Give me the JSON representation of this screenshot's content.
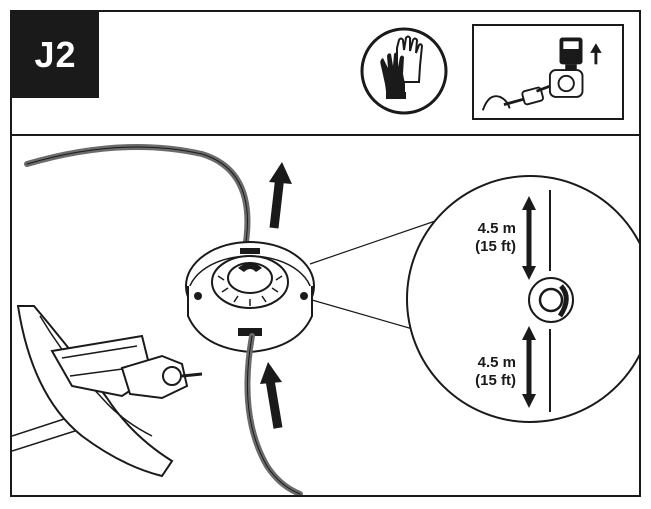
{
  "step": {
    "label": "J2"
  },
  "icons": {
    "gloves": "gloves-icon",
    "battery_connection": "battery-connection-icon",
    "up_arrow": "up-arrow-icon"
  },
  "callout": {
    "top_distance": "4.5 m",
    "top_distance_ft": "(15 ft)",
    "bottom_distance": "4.5 m",
    "bottom_distance_ft": "(15 ft)"
  },
  "colors": {
    "ink": "#1a1a1a",
    "line": "#6b6b6b",
    "paper": "#ffffff"
  }
}
